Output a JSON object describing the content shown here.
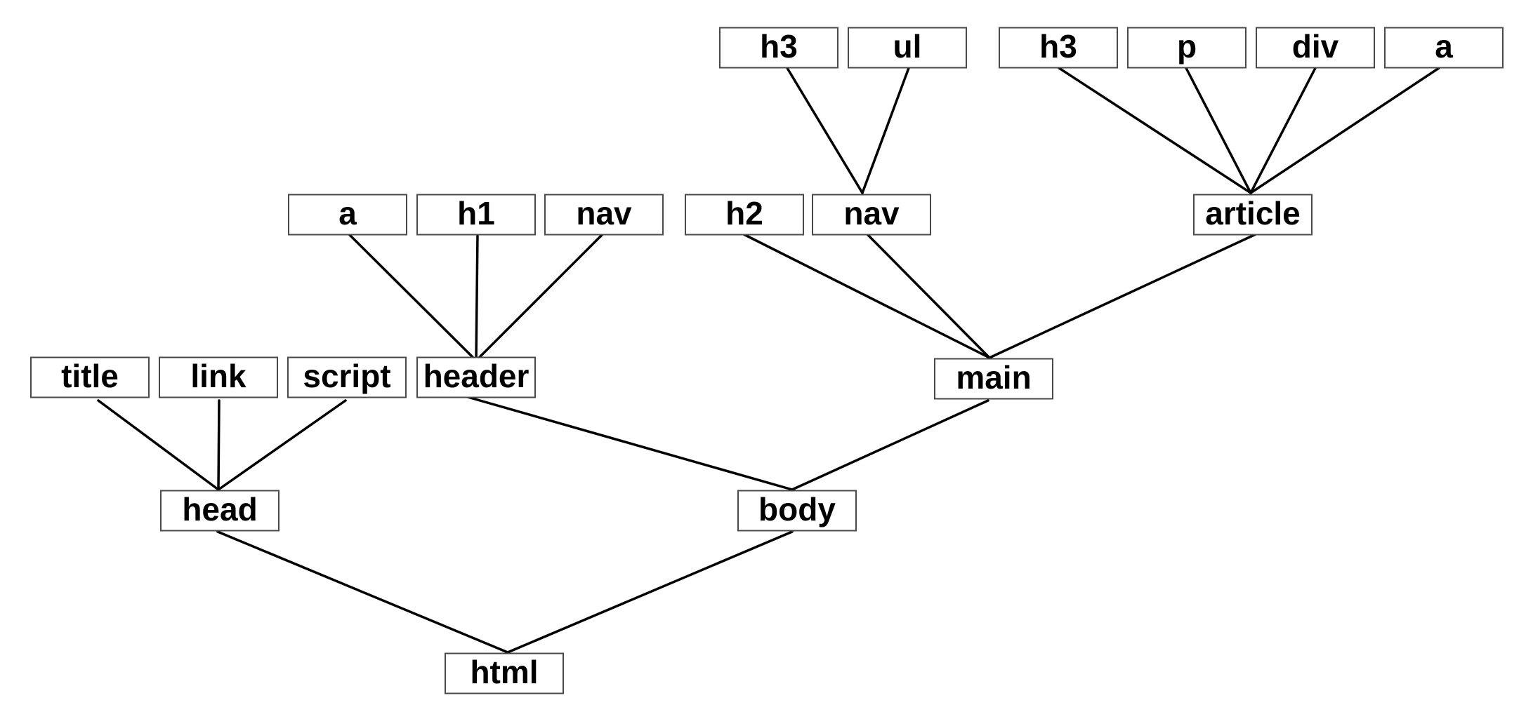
{
  "tree": {
    "nodes": [
      {
        "id": "html",
        "label": "html"
      },
      {
        "id": "head",
        "label": "head"
      },
      {
        "id": "body",
        "label": "body"
      },
      {
        "id": "title",
        "label": "title"
      },
      {
        "id": "link",
        "label": "link"
      },
      {
        "id": "script",
        "label": "script"
      },
      {
        "id": "header",
        "label": "header"
      },
      {
        "id": "main",
        "label": "main"
      },
      {
        "id": "header_a",
        "label": "a"
      },
      {
        "id": "header_h1",
        "label": "h1"
      },
      {
        "id": "header_nav",
        "label": "nav"
      },
      {
        "id": "main_h2",
        "label": "h2"
      },
      {
        "id": "main_nav",
        "label": "nav"
      },
      {
        "id": "main_article",
        "label": "article"
      },
      {
        "id": "nav_h3",
        "label": "h3"
      },
      {
        "id": "nav_ul",
        "label": "ul"
      },
      {
        "id": "article_h3",
        "label": "h3"
      },
      {
        "id": "article_p",
        "label": "p"
      },
      {
        "id": "article_div",
        "label": "div"
      },
      {
        "id": "article_a",
        "label": "a"
      }
    ],
    "edges": [
      [
        "html",
        "head"
      ],
      [
        "html",
        "body"
      ],
      [
        "head",
        "title"
      ],
      [
        "head",
        "link"
      ],
      [
        "head",
        "script"
      ],
      [
        "body",
        "header"
      ],
      [
        "body",
        "main"
      ],
      [
        "header",
        "header_a"
      ],
      [
        "header",
        "header_h1"
      ],
      [
        "header",
        "header_nav"
      ],
      [
        "main",
        "main_h2"
      ],
      [
        "main",
        "main_nav"
      ],
      [
        "main",
        "main_article"
      ],
      [
        "main_nav",
        "nav_h3"
      ],
      [
        "main_nav",
        "nav_ul"
      ],
      [
        "main_article",
        "article_h3"
      ],
      [
        "main_article",
        "article_p"
      ],
      [
        "main_article",
        "article_div"
      ],
      [
        "main_article",
        "article_a"
      ]
    ]
  }
}
